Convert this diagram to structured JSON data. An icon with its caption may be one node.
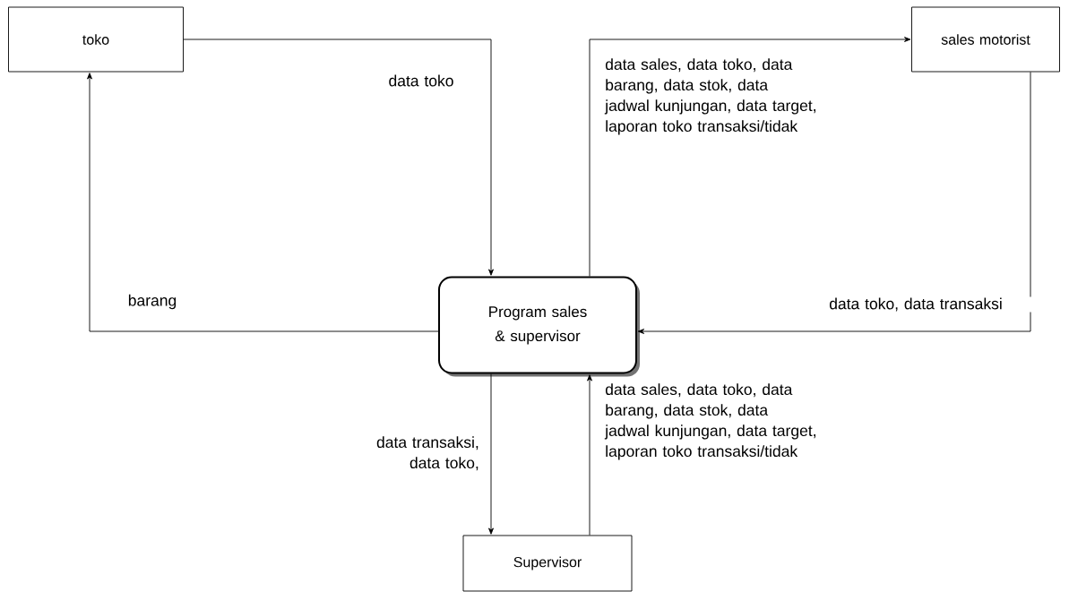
{
  "diagram": {
    "nodes": [
      {
        "text": [
          "toko"
        ]
      },
      {
        "text": [
          "Program sales & supervisor"
        ]
      },
      {
        "text": [
          "sales motorist"
        ]
      },
      {
        "text": [
          "Supervisor"
        ]
      }
    ],
    "edges": [
      {
        "from": 0,
        "to": 1,
        "arrow": "to",
        "label": "data toko"
      },
      {
        "from": 1,
        "to": 0,
        "arrow": "to",
        "label": "barang"
      },
      {
        "from": 1,
        "to": 2,
        "arrow": "to",
        "label": "data sales, data toko, data barang, data stok, data jadwal kunjungan, data target, laporan toko transaksi/tidak"
      },
      {
        "from": 2,
        "to": 1,
        "arrow": "to",
        "label": "data toko, data transaksi"
      },
      {
        "from": 1,
        "to": 3,
        "arrow": "to",
        "label": "data transaksi, data toko,"
      },
      {
        "from": 3,
        "to": 1,
        "arrow": "to",
        "label": "data sales, data toko, data barang, data stok, data jadwal kunjungan, data target, laporan toko transaksi/tidak"
      }
    ]
  }
}
